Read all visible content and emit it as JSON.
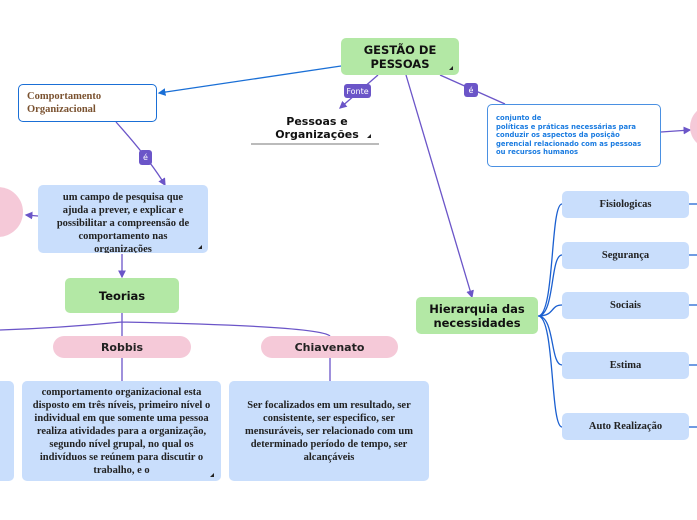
{
  "root": {
    "label": "GESTÃO DE PESSOAS"
  },
  "links": {
    "fonte": "Fonte",
    "e1": "é",
    "e2": "é"
  },
  "comportamento": {
    "label": "Comportamento Organizacional"
  },
  "pessoas": {
    "label": "Pessoas e Organizações"
  },
  "conjunto": {
    "label": "conjunto de\npolíticas e práticas necessárias para conduzir os aspectos da posição gerencial relacionado com as pessoas ou recursos humanos"
  },
  "campo": {
    "label": "um campo de pesquisa que ajuda a prever, e explicar e possibilitar a compreensão de comportamento nas organizações"
  },
  "teorias": {
    "label": "Teorias"
  },
  "robbis": {
    "label": "Robbis",
    "text": "comportamento organizacional esta disposto em três níveis, primeiro nível o individual em que somente uma pessoa realiza atividades para a organização, segundo nível grupal, no qual os indivíduos se reúnem para discutir o trabalho, e o"
  },
  "chiavenato": {
    "label": "Chiavenato",
    "text": "Ser focalizados em um resultado, ser consistente, ser especifico, ser mensuráveis, ser relacionado com um determinado período de tempo, ser alcançáveis"
  },
  "hierarquia": {
    "label": "Hierarquia das necessidades",
    "items": [
      "Fisiologicas",
      "Segurança",
      "Sociais",
      "Estima",
      "Auto Realização"
    ]
  },
  "colors": {
    "central": "#b3e8a5",
    "topic": "#c9defc",
    "pill": "#f5c9d8",
    "link": "#6b55c8",
    "border": "#1a6fd6"
  }
}
